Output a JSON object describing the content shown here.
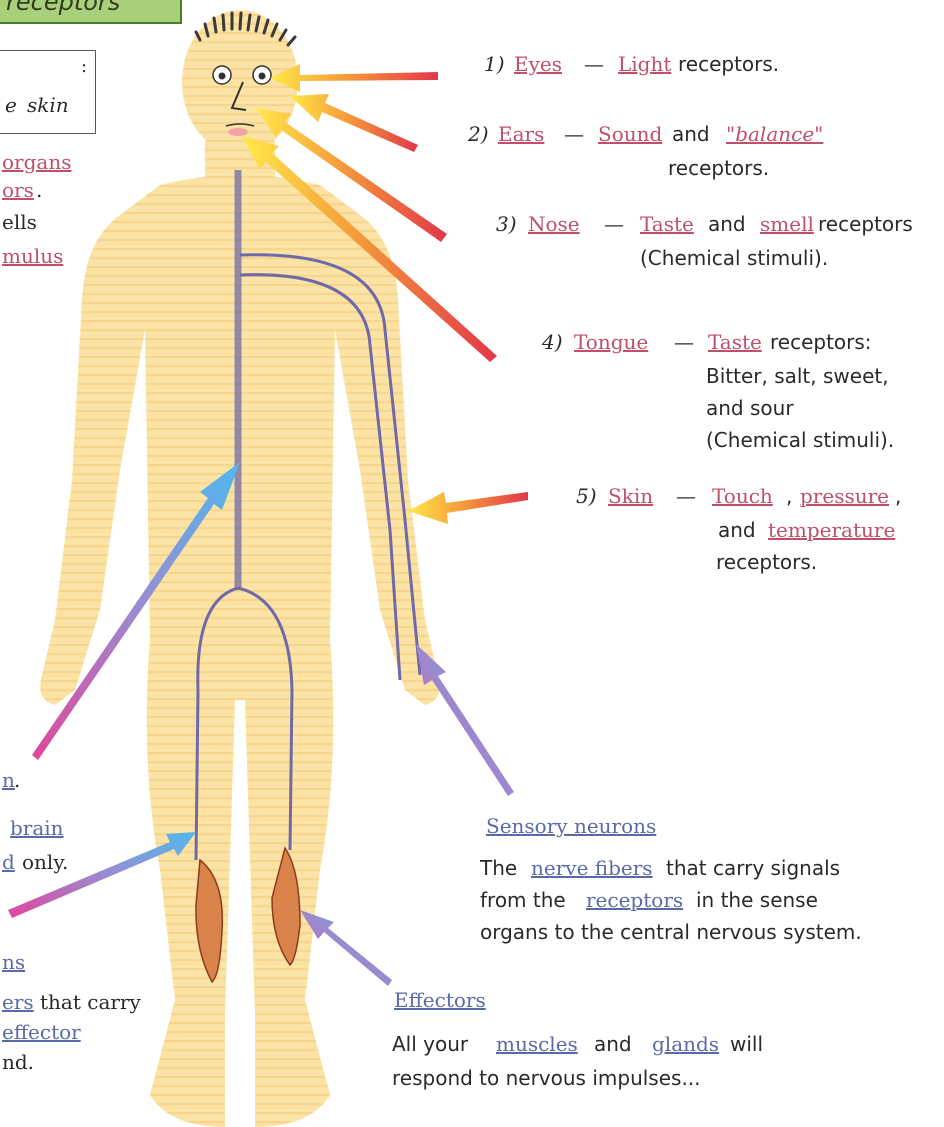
{
  "title": "receptors",
  "left_fragments": {
    "box_line1": ":",
    "box_line2a": "e",
    "box_line2b": "skin",
    "l1": "organs",
    "l2": "ors",
    "l2_dot": ".",
    "l3": "ells",
    "l4": "mulus",
    "cns1": "n",
    "cns1_dot": ".",
    "cns2": "brain",
    "cns3a": "d",
    "cns3b": "only.",
    "motor_head": "ns",
    "motor1a": "ers",
    "motor1b": "that carry",
    "motor2": "effector",
    "motor3": "nd."
  },
  "receptors": [
    {
      "num": "1)",
      "organ": "Eyes",
      "dash": "—",
      "parts": [
        "Light",
        " receptors."
      ]
    },
    {
      "num": "2)",
      "organ": "Ears",
      "dash": "—",
      "parts": [
        "Sound",
        " and ",
        "\"balance\""
      ],
      "cont": "receptors."
    },
    {
      "num": "3)",
      "organ": "Nose",
      "dash": "—",
      "parts": [
        "Taste",
        " and ",
        "smell",
        " receptors"
      ],
      "cont": "(Chemical stimuli)."
    },
    {
      "num": "4)",
      "organ": "Tongue",
      "dash": "—",
      "parts": [
        "Taste",
        " receptors:"
      ],
      "cont_lines": [
        "Bitter, salt, sweet,",
        "and sour",
        "(Chemical stimuli)."
      ]
    },
    {
      "num": "5)",
      "organ": "Skin",
      "dash": "—",
      "parts": [
        "Touch",
        ", ",
        "pressure",
        ","
      ],
      "cont_lines": [
        "and ",
        "temperature",
        "receptors."
      ]
    }
  ],
  "sensory": {
    "heading": "Sensory neurons",
    "line1a": "The ",
    "line1b": "nerve fibers",
    "line1c": " that carry signals",
    "line2a": "from the ",
    "line2b": "receptors",
    "line2c": " in the sense",
    "line3": "organs to the central nervous system."
  },
  "effectors": {
    "heading": "Effectors",
    "line1a": "All your ",
    "line1b": "muscles",
    "line1c": " and ",
    "line1d": "glands",
    "line1e": " will",
    "line2": "respond to nervous impulses..."
  },
  "colors": {
    "body": "#fbe3a6",
    "body_stripe": "#f7cf82",
    "nerve": "#6f69a8",
    "arrow_warm_tip": "#ffe94a",
    "arrow_warm_tail": "#e2364a",
    "arrow_cool_tip": "#4fb9ee",
    "arrow_cool_tail": "#e1459a",
    "title_bg": "#a9cf7a"
  }
}
